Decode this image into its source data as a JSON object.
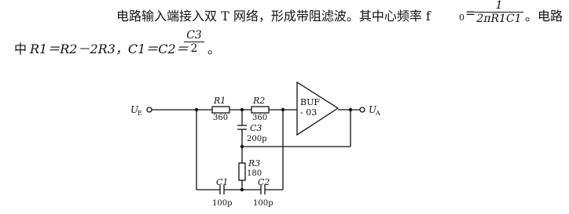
{
  "text": {
    "line1_prefix": "电路输入端接入双 T 网络，形成带阻滤波。其中心频率 f",
    "line1_sub": "0",
    "line1_eq": "=",
    "line1_frac_num": "1",
    "line1_frac_den": "2πR1C1",
    "line1_suffix": "。电路",
    "line2_prefix": "中 ",
    "line2_eq": "R1＝R2－2R3，C1＝C2＝",
    "line2_frac_num": "C3",
    "line2_frac_den": "2",
    "line2_suffix": "。"
  },
  "circuit": {
    "input_label": "U",
    "input_sub": "E",
    "output_label": "U",
    "output_sub": "A",
    "r1_name": "R1",
    "r1_value": "360",
    "r2_name": "R2",
    "r2_value": "360",
    "c3_name": "C3",
    "c3_value": "200p",
    "r3_name": "R3",
    "r3_value": "180",
    "c1_name": "C1",
    "c1_value": "100p",
    "c2_name": "C2",
    "c2_value": "100p",
    "buf_line1": "BUF",
    "buf_line2": "- 03"
  }
}
